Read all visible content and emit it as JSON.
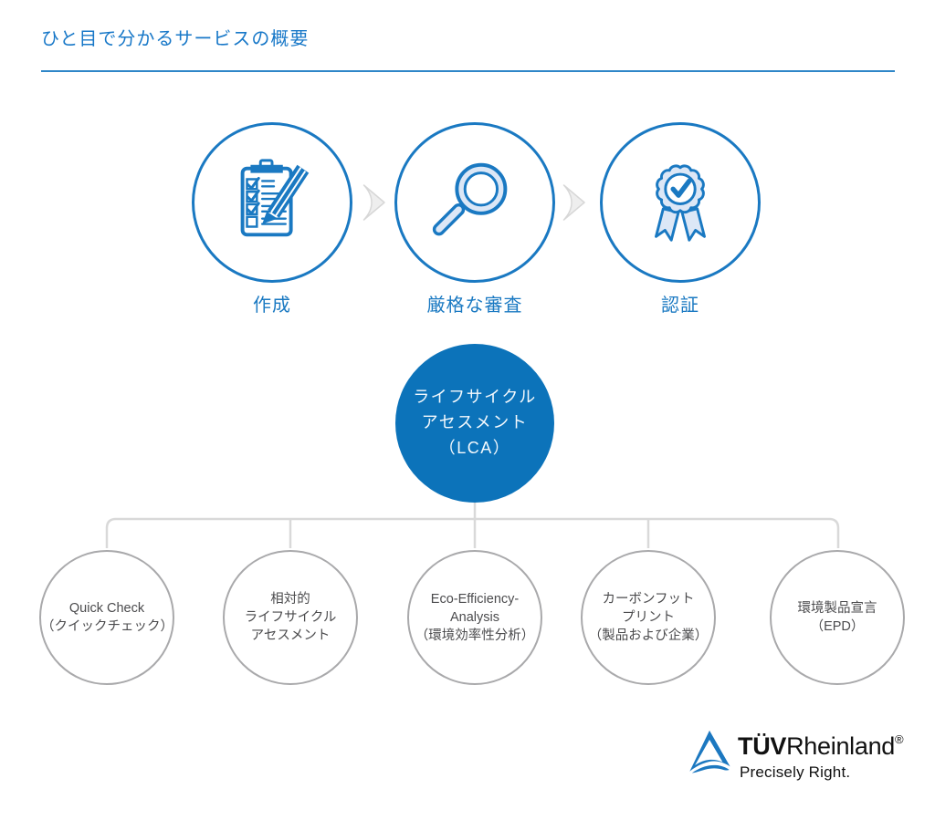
{
  "header": {
    "title": "ひと目で分かるサービスの概要"
  },
  "process": {
    "steps": [
      {
        "label": "作成",
        "icon": "clipboard-pencil-icon"
      },
      {
        "label": "厳格な審査",
        "icon": "magnifier-icon"
      },
      {
        "label": "認証",
        "icon": "award-ribbon-icon"
      }
    ]
  },
  "hub": {
    "lines": [
      "ライフサイクル",
      "アセスメント",
      "（LCA）"
    ]
  },
  "services": [
    {
      "lines": [
        "Quick Check",
        "（クイックチェック）"
      ]
    },
    {
      "lines": [
        "相対的",
        "ライフサイクル",
        "アセスメント"
      ]
    },
    {
      "lines": [
        "Eco-Efficiency-",
        "Analysis",
        "（環境効率性分析）"
      ]
    },
    {
      "lines": [
        "カーボンフット",
        "プリント",
        "（製品および企業）"
      ]
    },
    {
      "lines": [
        "環境製品宣言",
        "（EPD）"
      ]
    }
  ],
  "logo": {
    "brand_bold": "TÜV",
    "brand_regular": "Rheinland",
    "registered": "®",
    "tagline": "Precisely Right."
  },
  "colors": {
    "brand_blue": "#1a79c2",
    "title_blue": "#1878c8",
    "hub_fill": "#0c73ba",
    "icon_light_fill": "#dce7f6",
    "connector_gray": "#d9d9d9",
    "circle_gray": "#a9a9ab",
    "text_gray": "#4b4b4d",
    "arrow_fill": "#eeeeee"
  }
}
